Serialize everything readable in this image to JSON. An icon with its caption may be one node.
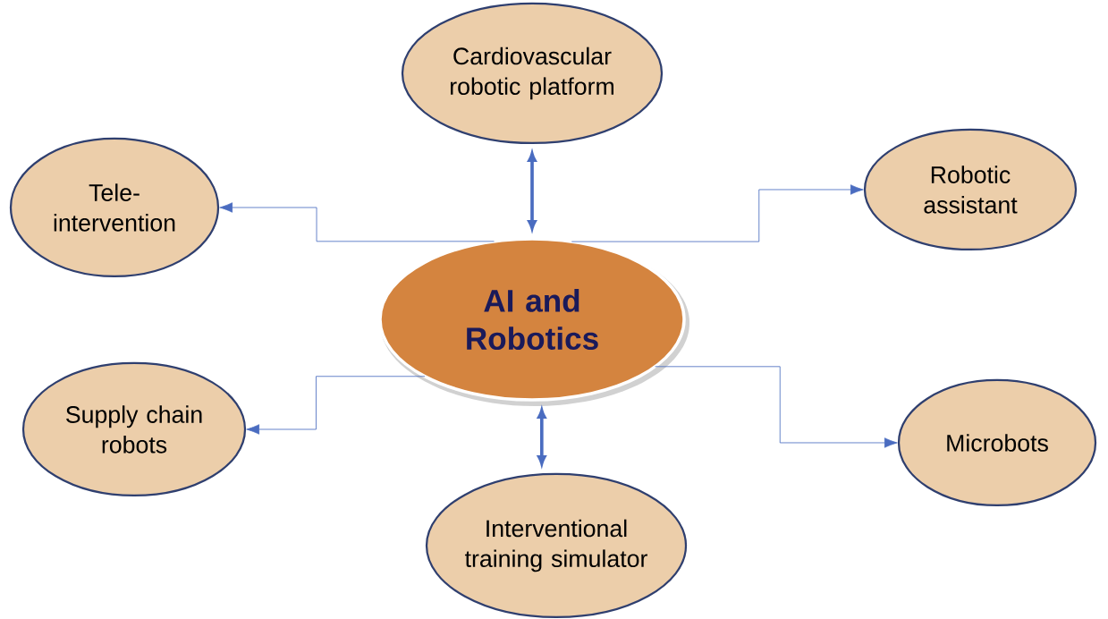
{
  "diagram": {
    "nodes": [
      {
        "text": [
          "AI and Robotics"
        ]
      },
      {
        "text": [
          "Cardiovascular robotic platform"
        ]
      },
      {
        "text": [
          "Tele- intervention"
        ]
      },
      {
        "text": [
          "Robotic assistant"
        ]
      },
      {
        "text": [
          "Supply chain robots"
        ]
      },
      {
        "text": [
          "Microbots"
        ]
      },
      {
        "text": [
          "Interventional training simulator"
        ]
      }
    ],
    "edges": [
      {
        "from": 0,
        "to": 1,
        "arrow": "both",
        "style": "thick"
      },
      {
        "from": 0,
        "to": 2,
        "arrow": "to"
      },
      {
        "from": 0,
        "to": 3,
        "arrow": "to"
      },
      {
        "from": 0,
        "to": 4,
        "arrow": "to"
      },
      {
        "from": 0,
        "to": 5,
        "arrow": "to"
      },
      {
        "from": 0,
        "to": 6,
        "arrow": "both",
        "style": "thick"
      }
    ]
  }
}
